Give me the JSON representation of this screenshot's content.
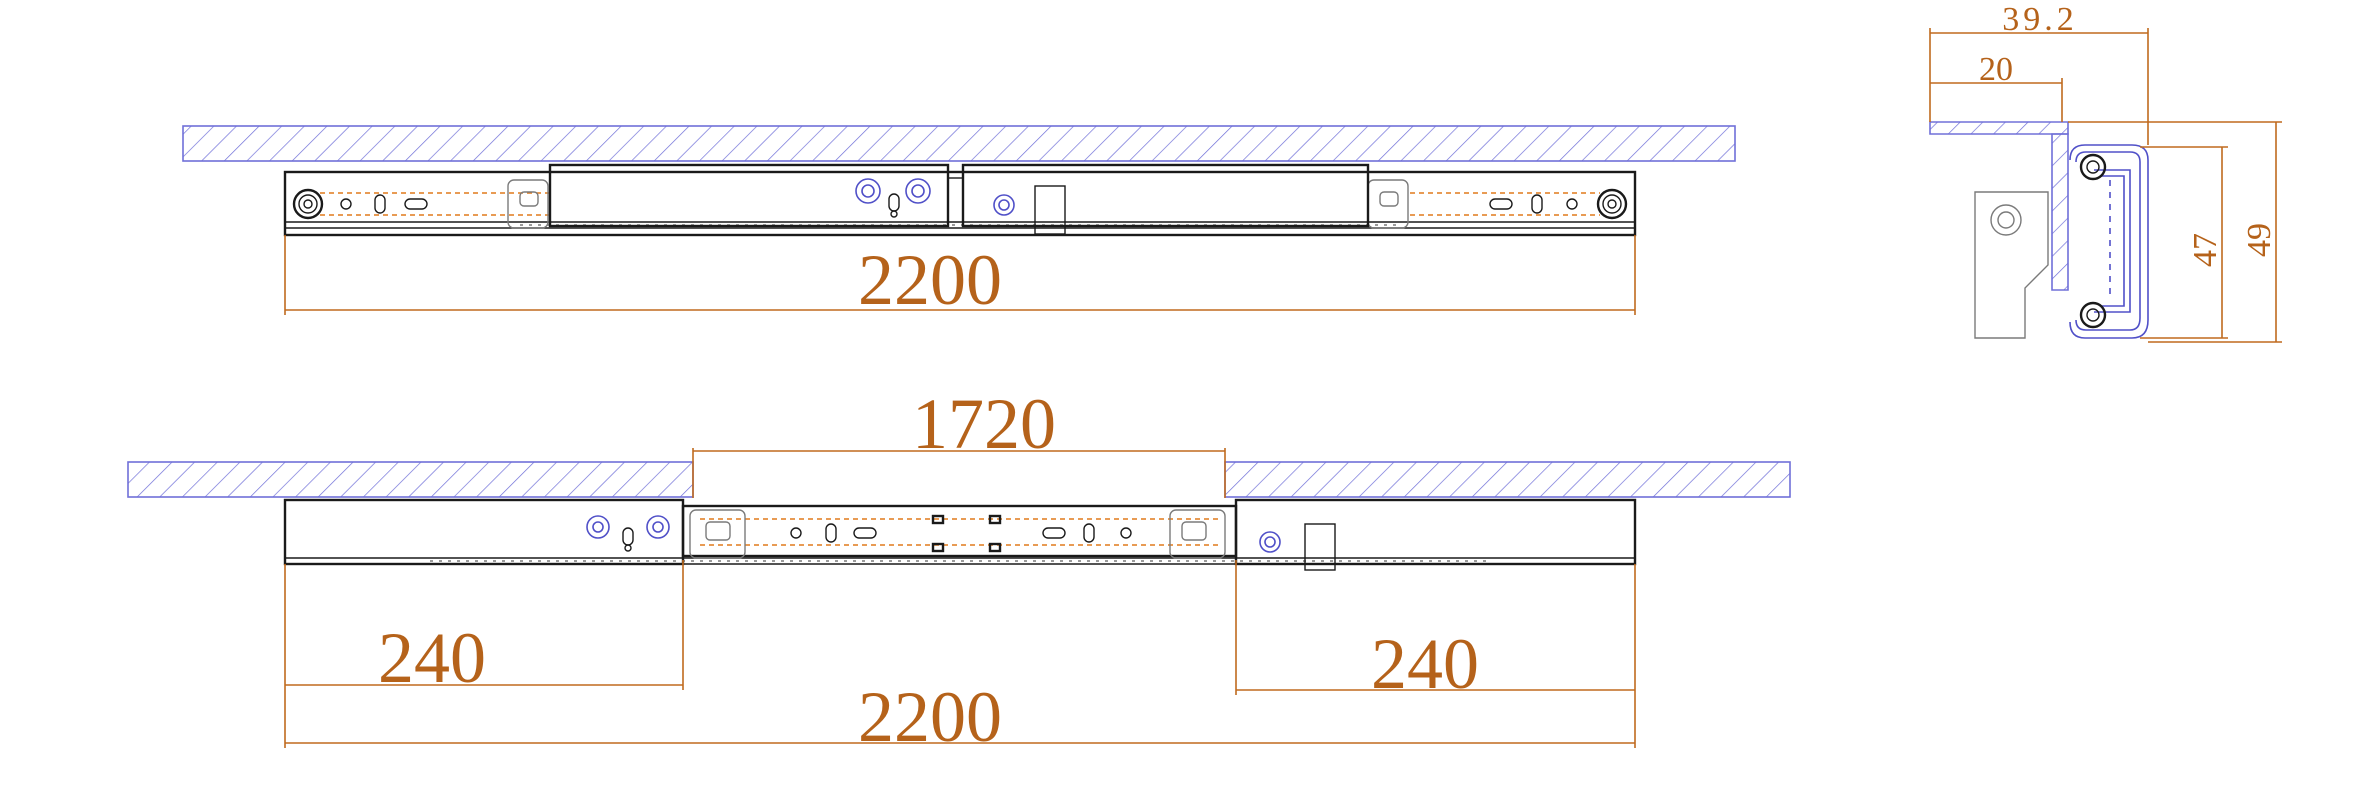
{
  "dimensions": {
    "closed_length": "2200",
    "extended_length": "2200",
    "opening": "1720",
    "left_overlap": "240",
    "right_overlap": "240",
    "profile_width_total": "39.2",
    "profile_width_flange": "20",
    "profile_height_inner": "47",
    "profile_height_outer": "49"
  },
  "colors": {
    "dimension": "#b5621a",
    "hatch": "#7070d8",
    "outline": "#1a1a1a",
    "centerline": "#e07a1c"
  }
}
